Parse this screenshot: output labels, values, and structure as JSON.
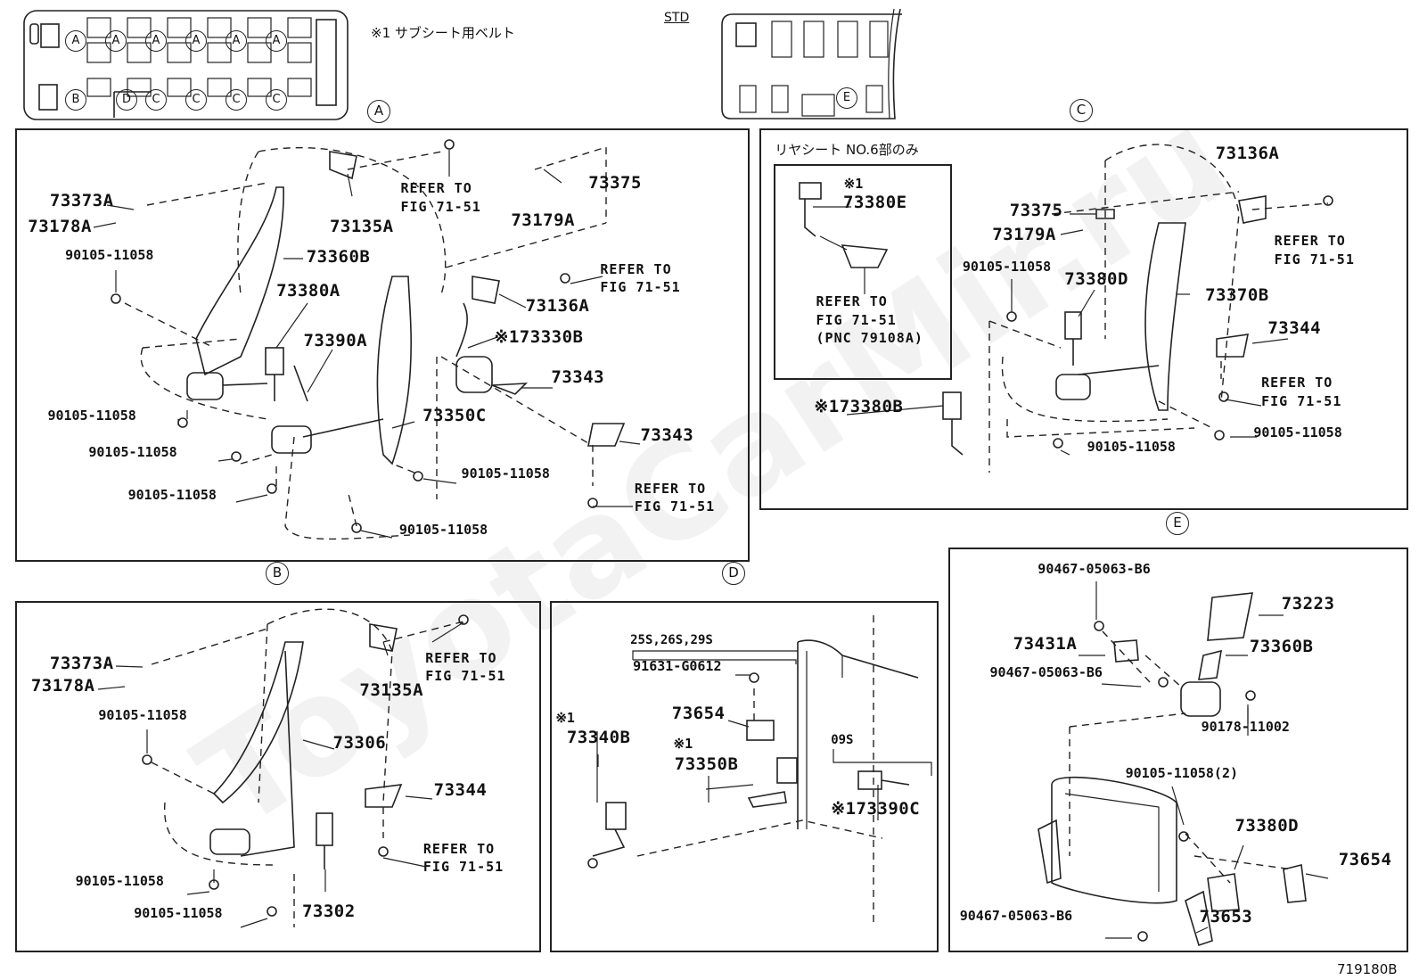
{
  "header": {
    "note": "※1 サブシート用ベルト",
    "std_label": "STD",
    "a_row": [
      "A",
      "A",
      "A",
      "A",
      "A",
      "A"
    ],
    "b_row": [
      "B",
      "D",
      "C",
      "C",
      "C",
      "C"
    ],
    "e_mark": "E"
  },
  "drawing_code": "719180B",
  "watermark": "ToyotaCarMir.ru",
  "panels": {
    "A": {
      "marker": "A",
      "labels": {
        "p73373A": "73373A",
        "p73178A": "73178A",
        "p90105_l1": "90105-11058",
        "p73135A": "73135A",
        "p73360B": "73360B",
        "p73380A": "73380A",
        "p73390A": "73390A",
        "p73179A": "73179A",
        "p73375": "73375",
        "p73136A": "73136A",
        "p73330B": "※173330B",
        "p73343a": "73343",
        "p73343b": "73343",
        "p73350C": "73350C",
        "p90105_l2": "90105-11058",
        "p90105_l3": "90105-11058",
        "p90105_l4": "90105-11058",
        "p90105_r1": "90105-11058",
        "p90105_b": "90105-11058",
        "ref1": "REFER TO\nFIG 71-51",
        "ref2": "REFER TO\nFIG 71-51",
        "ref3": "REFER TO\nFIG 71-51"
      }
    },
    "B": {
      "marker": "B",
      "labels": {
        "p73373A": "73373A",
        "p73178A": "73178A",
        "p90105_1": "90105-11058",
        "p73135A": "73135A",
        "p73306": "73306",
        "p73344": "73344",
        "p90105_2": "90105-11058",
        "p90105_3": "90105-11058",
        "p73302": "73302",
        "ref1": "REFER TO\nFIG 71-51",
        "ref2": "REFER TO\nFIG 71-51"
      }
    },
    "C": {
      "marker": "C",
      "inset_title": "リヤシート NO.6部のみ",
      "labels": {
        "inset_mark": "※1",
        "p73380E": "73380E",
        "inset_ref": "REFER TO\nFIG 71-51\n(PNC 79108A)",
        "p73380B": "※173380B",
        "p73375": "73375",
        "p73179A": "73179A",
        "p90105_1": "90105-11058",
        "p73380D": "73380D",
        "p73136A": "73136A",
        "p73370B": "73370B",
        "p73344": "73344",
        "p90105_2": "90105-11058",
        "p90105_3": "90105-11058",
        "ref1": "REFER TO\nFIG 71-51",
        "ref2": "REFER TO\nFIG 71-51"
      }
    },
    "D": {
      "marker": "D",
      "labels": {
        "variant1": "25S,26S,29S",
        "p91631": "91631-G0612",
        "p73654": "73654",
        "mark1": "※1",
        "p73350B": "73350B",
        "mark2": "※1",
        "p73340B": "73340B",
        "variant2": "09S",
        "p73390C": "※173390C"
      }
    },
    "E": {
      "marker": "E",
      "labels": {
        "p90467_1": "90467-05063-B6",
        "p73223": "73223",
        "p73431A": "73431A",
        "p73360B": "73360B",
        "p90467_2": "90467-05063-B6",
        "p90178": "90178-11002",
        "p90105": "90105-11058(2)",
        "p73380D": "73380D",
        "p73654": "73654",
        "p73653": "73653",
        "p90467_3": "90467-05063-B6"
      }
    }
  }
}
